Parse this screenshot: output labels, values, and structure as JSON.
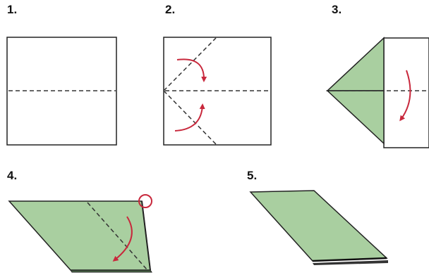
{
  "steps": [
    {
      "number": "1."
    },
    {
      "number": "2."
    },
    {
      "number": "3."
    },
    {
      "number": "4."
    },
    {
      "number": "5."
    }
  ],
  "colors": {
    "paper_green": "#a9cfa0",
    "outline": "#222222",
    "arrow": "#c8283c",
    "fold_line": "#333333"
  }
}
